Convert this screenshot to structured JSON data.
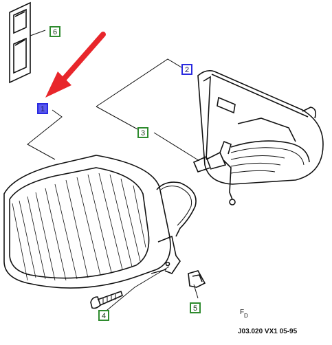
{
  "callouts": {
    "c1": "1",
    "c2": "2",
    "c3": "3",
    "c4": "4",
    "c5": "5",
    "c6": "6"
  },
  "footer": {
    "fd_f": "F",
    "fd_d": "D",
    "code": "J03.020 VX1 05-95"
  },
  "colors": {
    "green_callout": "#2e8b2e",
    "blue_callout": "#2a2ae0",
    "selected_callout_fill": "#5b5bf0",
    "arrow": "#e8262b",
    "line_art": "#111111"
  },
  "icons": {
    "pointer": "red-arrow-icon"
  }
}
